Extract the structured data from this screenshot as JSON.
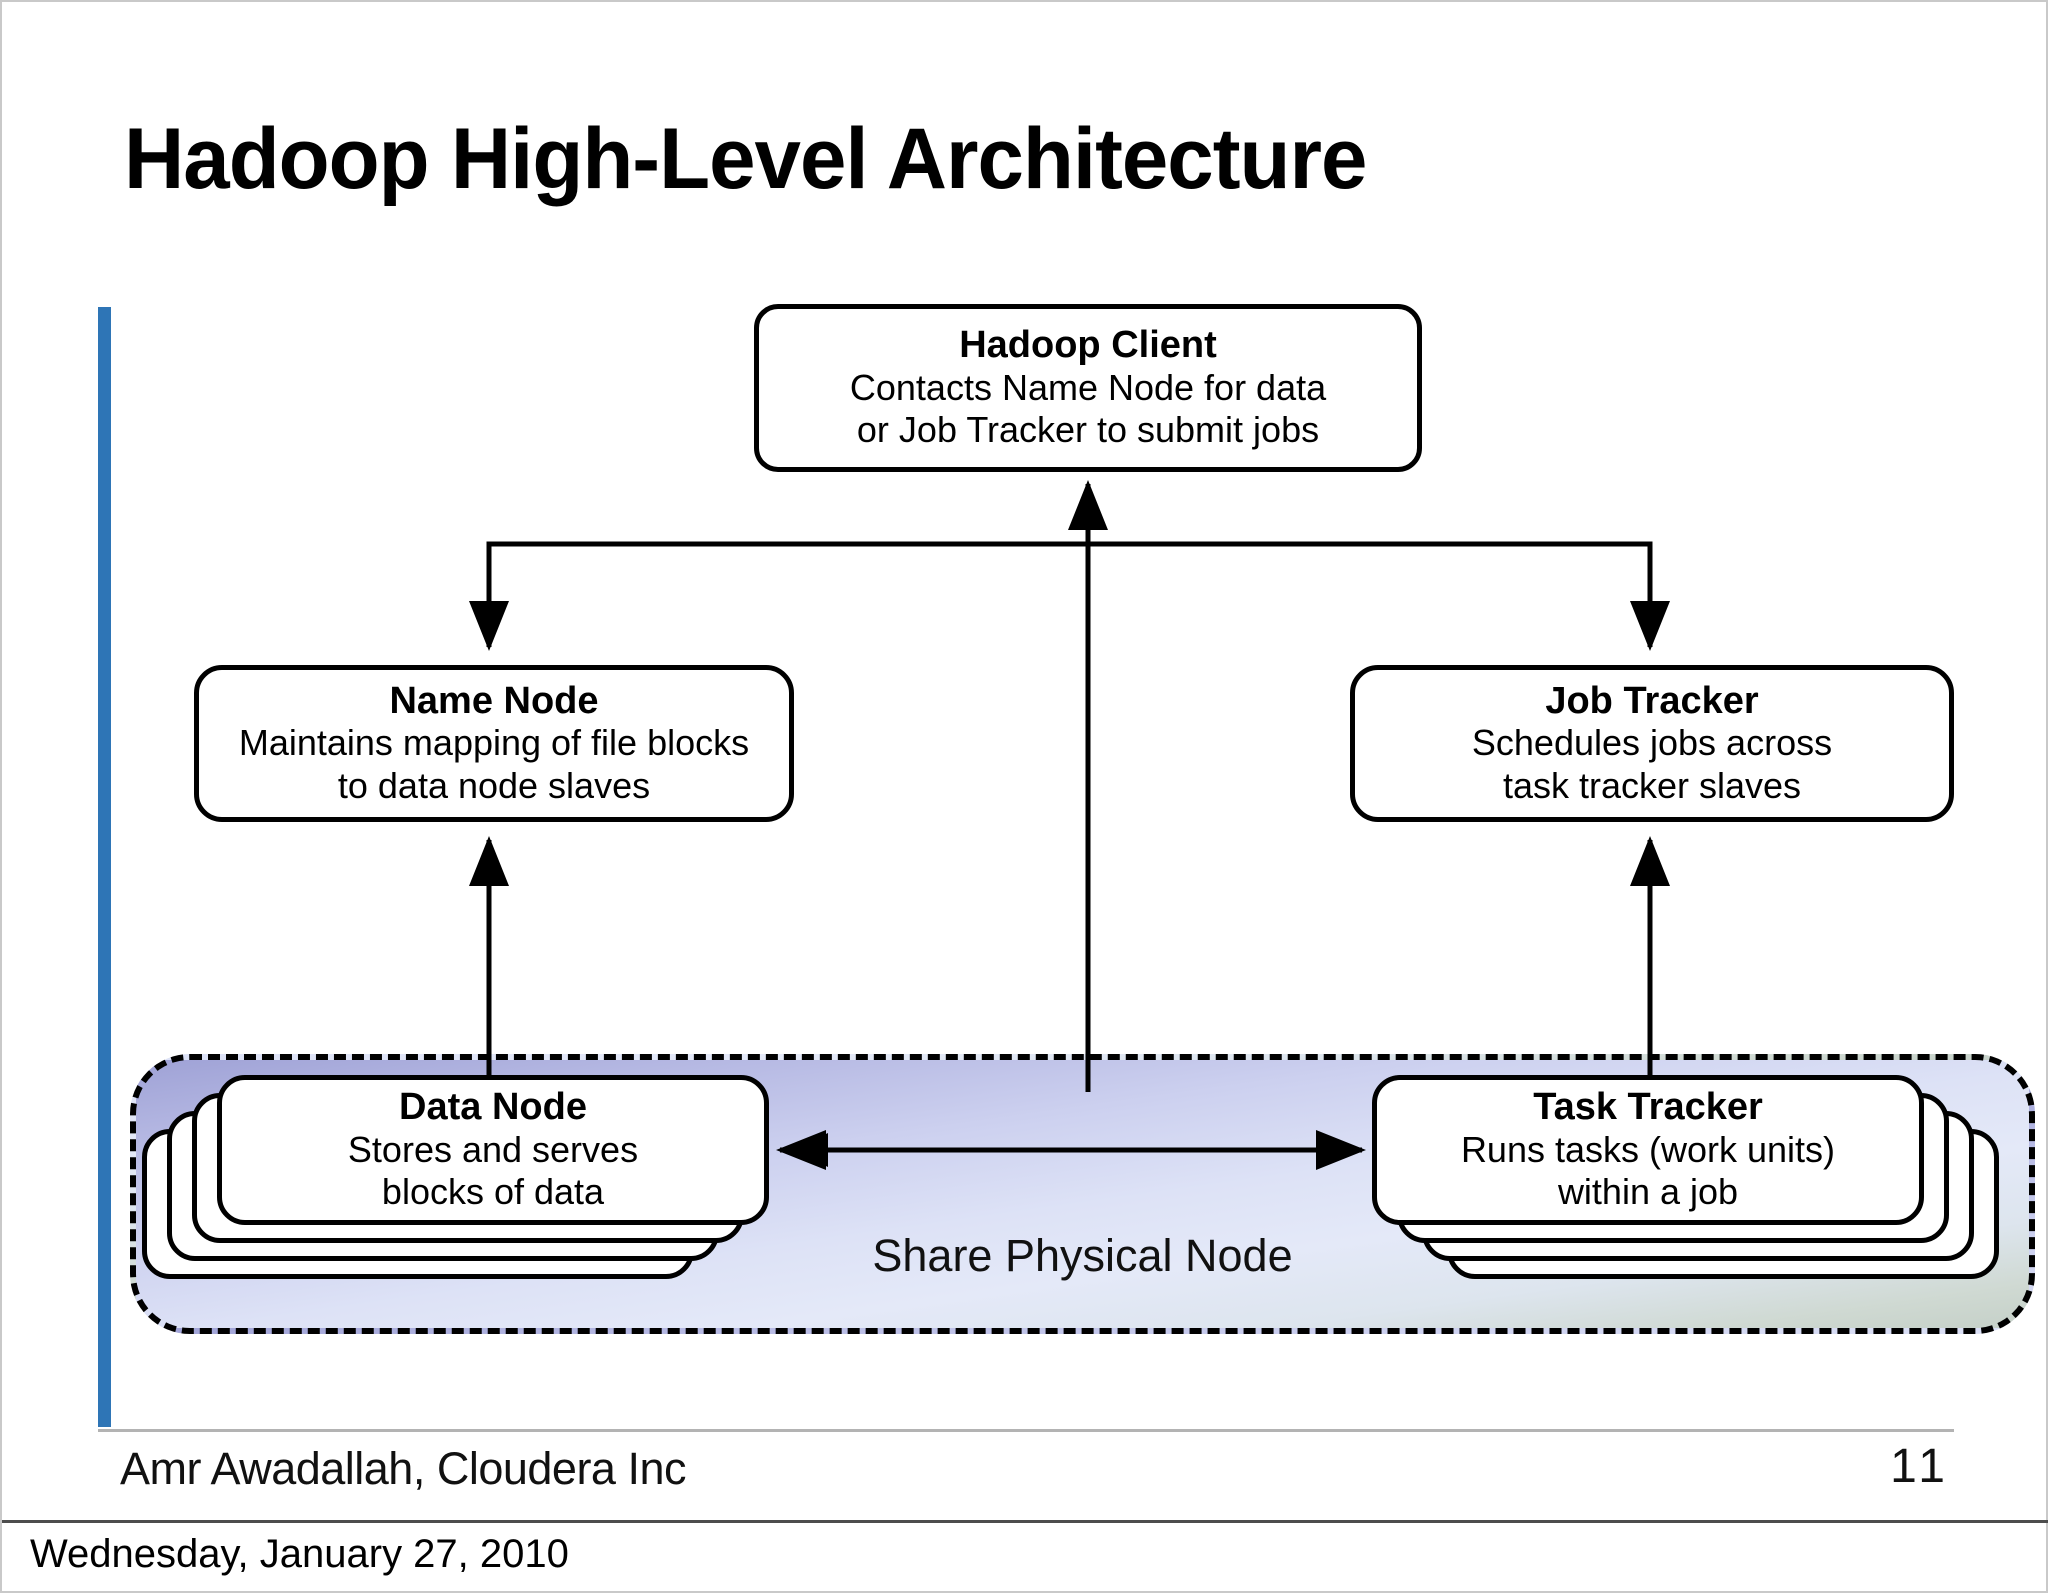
{
  "slide": {
    "title": "Hadoop High-Level Architecture",
    "accent_color": "#2E75B6",
    "page_number": "11",
    "date": "Wednesday, January 27, 2010"
  },
  "footer": {
    "author": "Amr Awadallah, Cloudera Inc"
  },
  "diagram": {
    "shared_region_label": "Share Physical Node",
    "nodes": {
      "hadoop_client": {
        "title": "Hadoop Client",
        "line1": "Contacts Name Node for data",
        "line2": "or Job Tracker to submit jobs"
      },
      "name_node": {
        "title": "Name Node",
        "line1": "Maintains mapping of file blocks",
        "line2": "to data node slaves"
      },
      "job_tracker": {
        "title": "Job Tracker",
        "line1": "Schedules jobs across",
        "line2": "task tracker slaves"
      },
      "data_node": {
        "title": "Data Node",
        "line1": "Stores and serves",
        "line2": "blocks of data"
      },
      "task_tracker": {
        "title": "Task Tracker",
        "line1": "Runs tasks (work units)",
        "line2": "within a job"
      }
    },
    "edges": [
      {
        "from": "hadoop_client",
        "to": "name_node",
        "arrow": "single"
      },
      {
        "from": "hadoop_client",
        "to": "job_tracker",
        "arrow": "single"
      },
      {
        "from": "data_node",
        "to": "name_node",
        "arrow": "single"
      },
      {
        "from": "task_tracker",
        "to": "job_tracker",
        "arrow": "single"
      },
      {
        "from": "data_node",
        "to": "hadoop_client",
        "arrow": "single"
      },
      {
        "from": "data_node",
        "to": "task_tracker",
        "arrow": "double"
      }
    ]
  }
}
